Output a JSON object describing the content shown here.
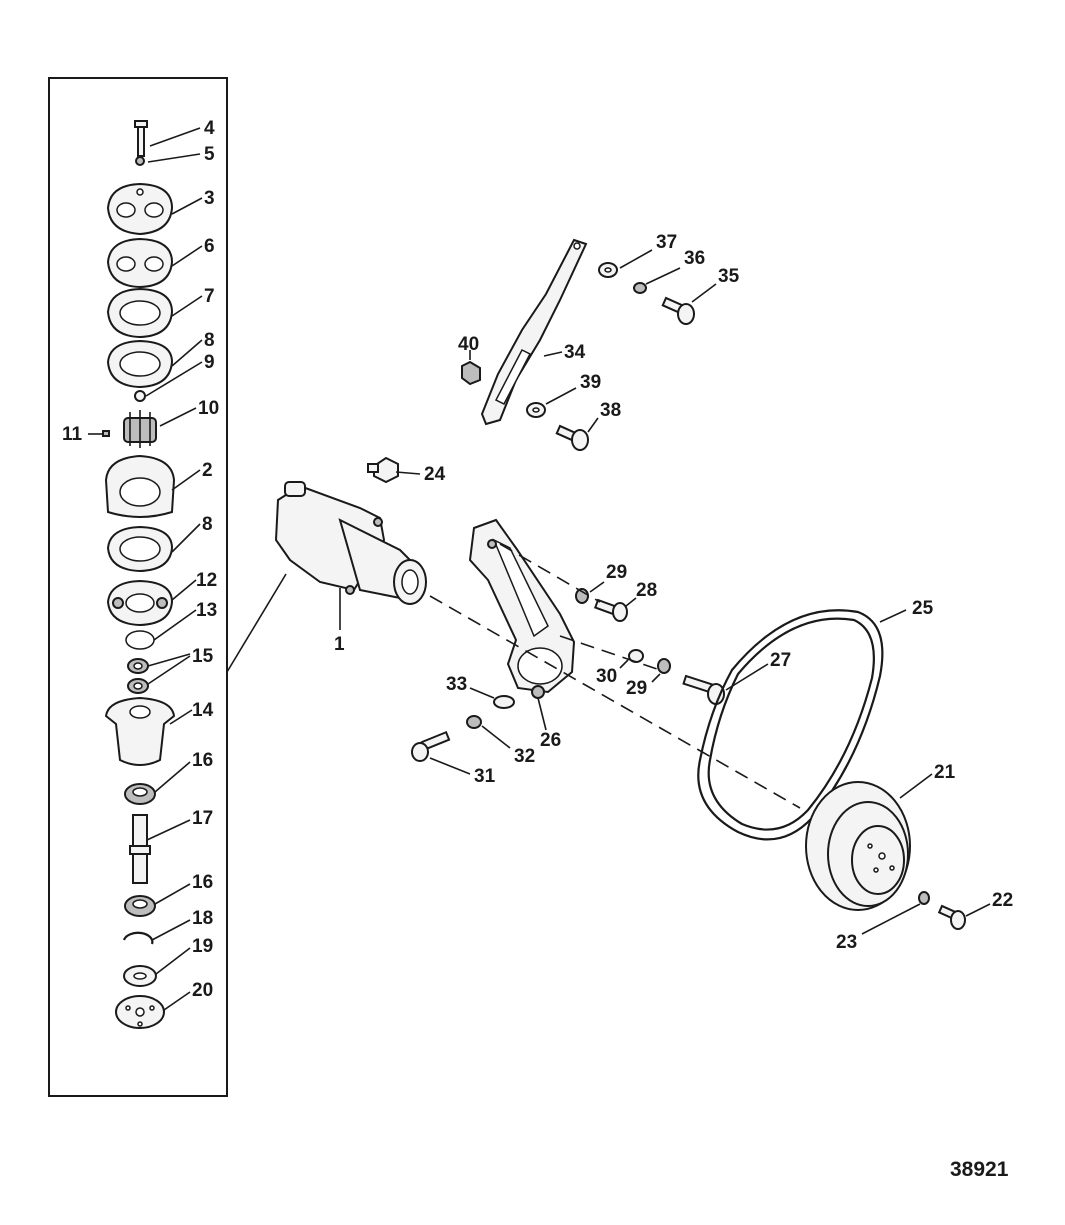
{
  "diagram": {
    "figure_number": "38921",
    "callouts": {
      "c1": "1",
      "c2": "2",
      "c3": "3",
      "c4": "4",
      "c5": "5",
      "c6": "6",
      "c7": "7",
      "c8a": "8",
      "c8b": "8",
      "c9": "9",
      "c10": "10",
      "c11": "11",
      "c12": "12",
      "c13": "13",
      "c14": "14",
      "c15": "15",
      "c16a": "16",
      "c16b": "16",
      "c17": "17",
      "c18": "18",
      "c19": "19",
      "c20": "20",
      "c21": "21",
      "c22": "22",
      "c23": "23",
      "c24": "24",
      "c25": "25",
      "c26": "26",
      "c27": "27",
      "c28": "28",
      "c29a": "29",
      "c29b": "29",
      "c30": "30",
      "c31": "31",
      "c32": "32",
      "c33": "33",
      "c34": "34",
      "c35": "35",
      "c36": "36",
      "c37": "37",
      "c38": "38",
      "c39": "39",
      "c40": "40"
    }
  }
}
